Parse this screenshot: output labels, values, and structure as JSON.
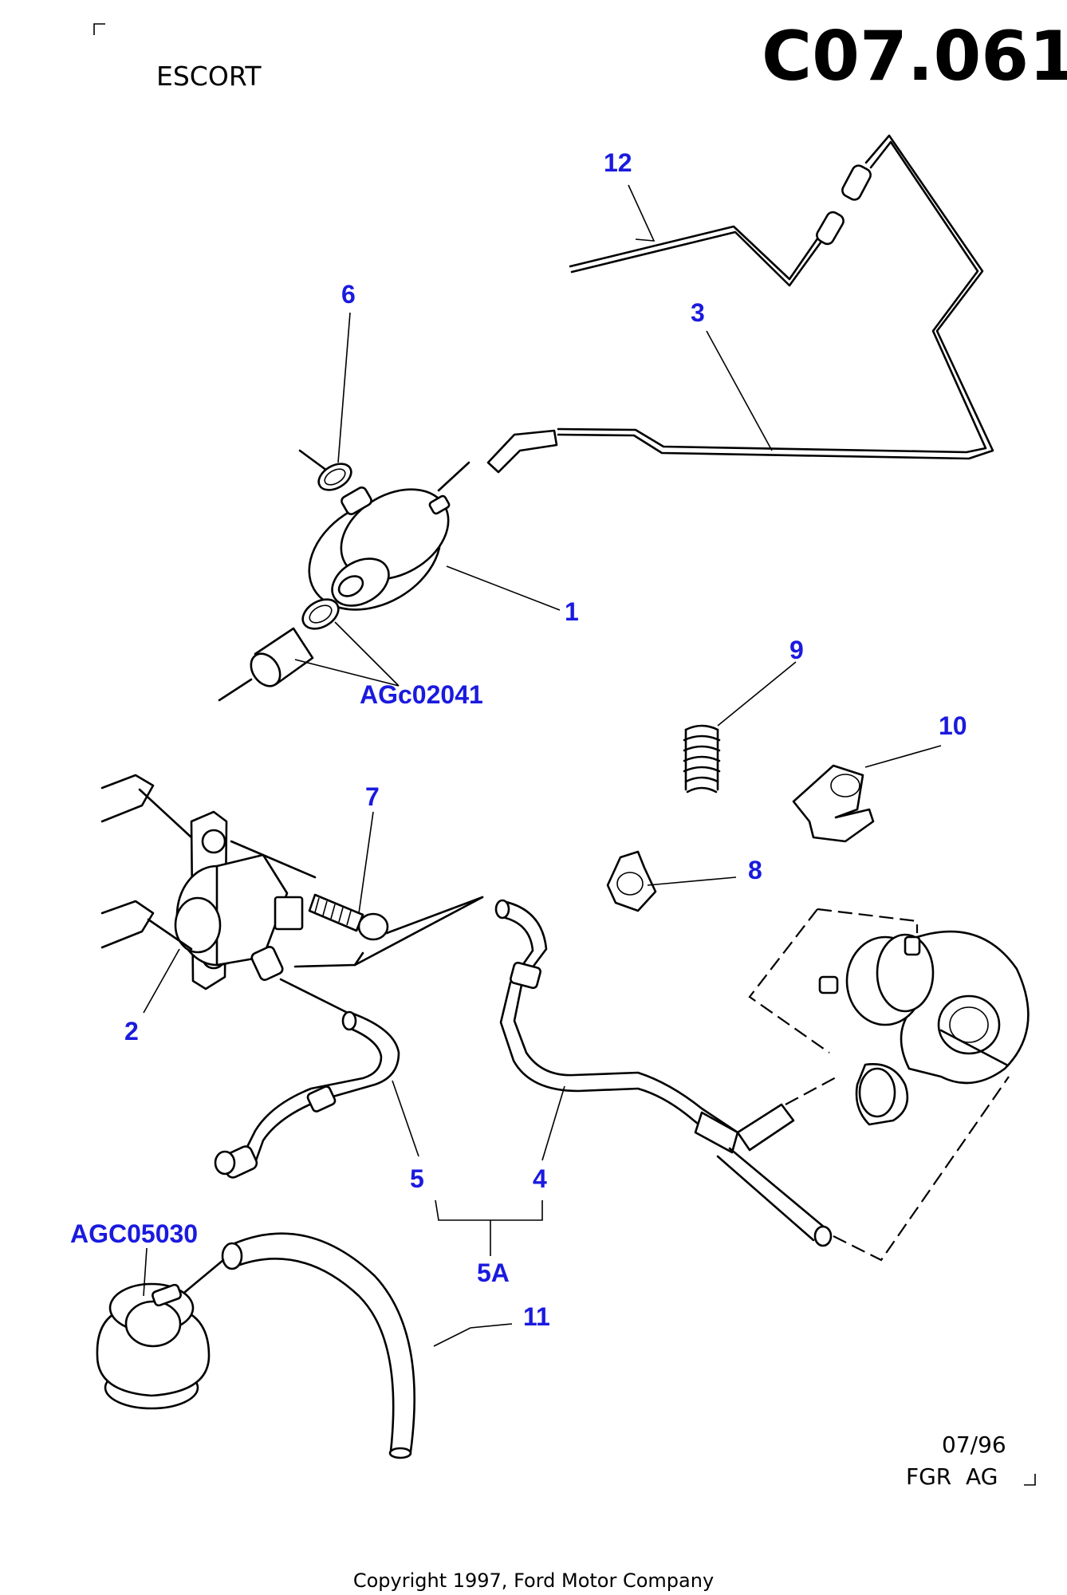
{
  "header": {
    "model": "ESCORT",
    "diagram_code": "C07.061"
  },
  "labels": {
    "p1": "1",
    "p2": "2",
    "p3": "3",
    "p4": "4",
    "p5": "5",
    "p5a": "5A",
    "p6": "6",
    "p7": "7",
    "p8": "8",
    "p9": "9",
    "p10": "10",
    "p11": "11",
    "p12": "12",
    "ref1": "AGc02041",
    "ref2": "AGC05030"
  },
  "stamp": {
    "date": "07/96",
    "code": "FGR  AG"
  },
  "footer": {
    "copyright": "Copyright 1997, Ford Motor Company"
  },
  "colors": {
    "label": "#1a1adf",
    "line": "#000000",
    "background": "#ffffff"
  }
}
